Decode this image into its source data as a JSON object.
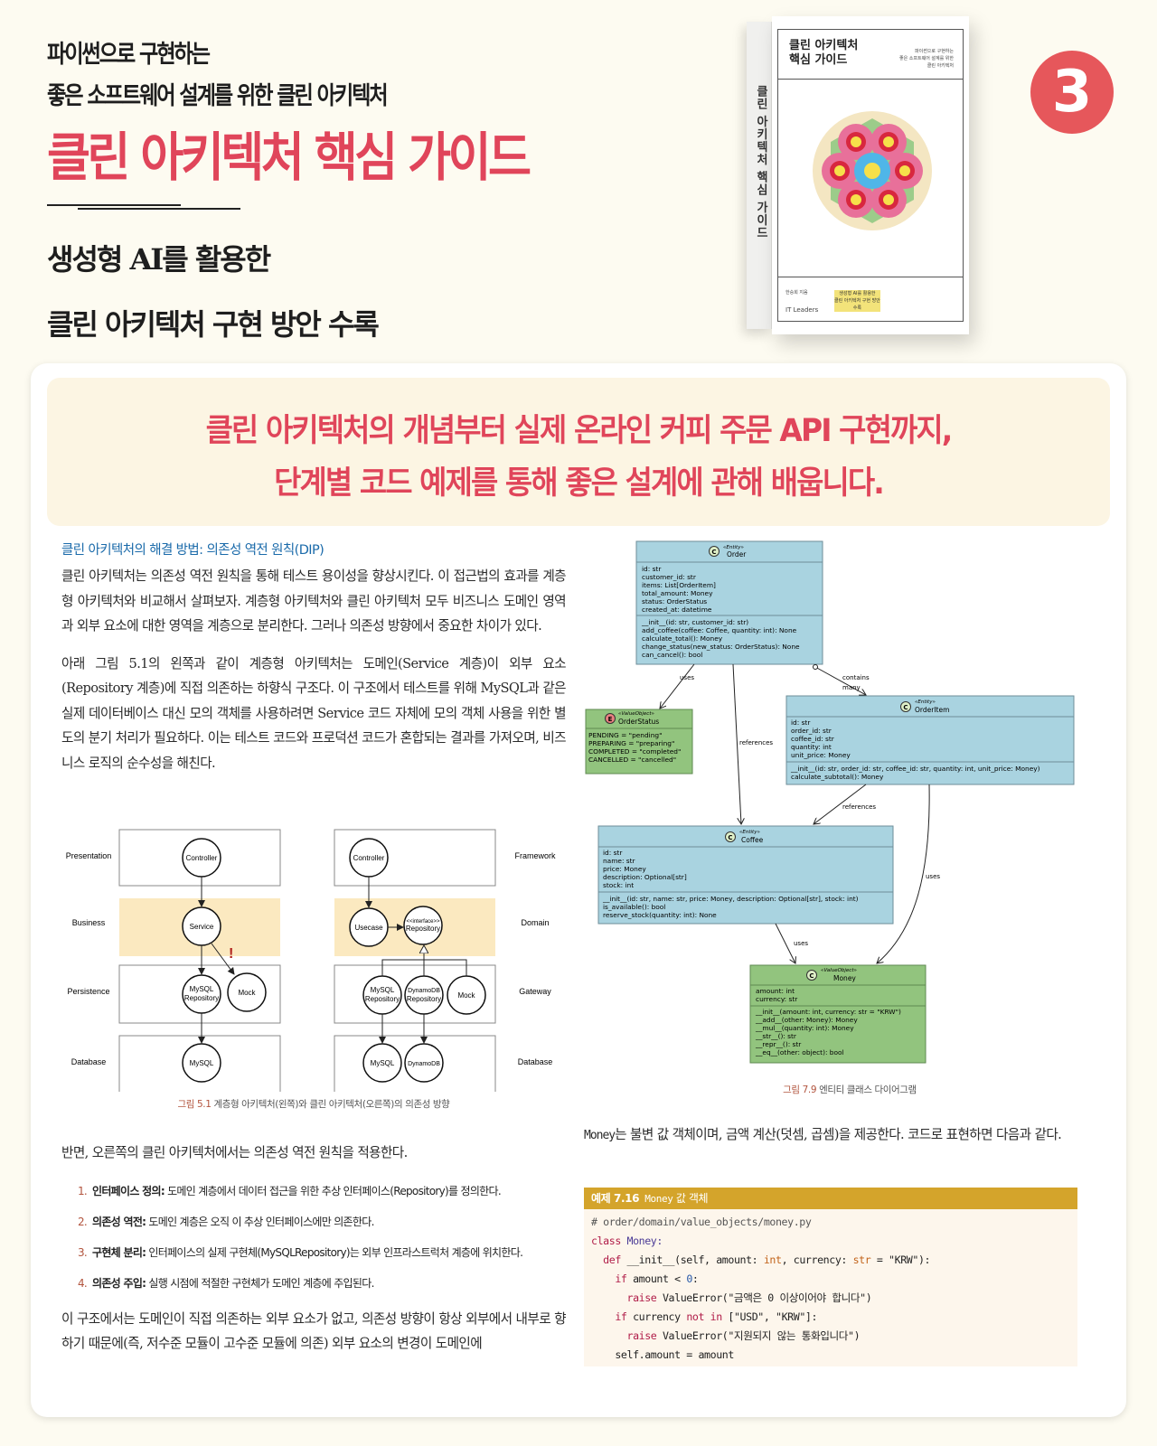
{
  "header": {
    "subtitle_line1": "파이썬으로 구현하는",
    "subtitle_line2": "좋은 소프트웨어 설계를 위한 클린 아키텍처",
    "title": "클린 아키텍처 핵심 가이드",
    "ai_line1": "생성형 AI를 활용한",
    "ai_line2": "클린 아키텍처 구현 방안 수록"
  },
  "book": {
    "spine_title": "클린 아키텍처 핵심 가이드",
    "cover_title": "클린 아키텍처\n핵심 가이드",
    "cover_subtitle": "파이썬으로 구현하는\n좋은 소프트웨어 설계를 위한\n클린 아키텍처",
    "cover_tag": "생성형 AI를 활용한\n클린 아키텍처 구현 방안\n수록",
    "cover_author": "한승희 지음",
    "cover_publisher": "IT Leaders"
  },
  "badge": {
    "number": "3",
    "color": "#e6575b"
  },
  "banner": {
    "line1": "클린 아키텍처의 개념부터 실제 온라인 커피 주문 API 구현까지,",
    "line2": "단계별 코드 예제를 통해 좋은 설계에 관해 배웁니다."
  },
  "left": {
    "heading": "클린 아키텍처의 해결 방법: 의존성 역전 원칙(DIP)",
    "para1": "클린 아키텍처는 의존성 역전 원칙을 통해 테스트 용이성을 향상시킨다. 이 접근법의 효과를 계층형 아키텍처와 비교해서 살펴보자. 계층형 아키텍처와 클린 아키텍처 모두 비즈니스 도메인 영역과 외부 요소에 대한 영역을 계층으로 분리한다. 그러나 의존성 방향에서 중요한 차이가 있다.",
    "para2": "아래 그림 5.1의 왼쪽과 같이 계층형 아키텍처는 도메인(Service 계층)이 외부 요소(Repository 계층)에 직접 의존하는 하향식 구조다. 이 구조에서 테스트를 위해 MySQL과 같은 실제 데이터베이스 대신 모의 객체를 사용하려면 Service 코드 자체에 모의 객체 사용을 위한 별도의 분기 처리가 필요하다. 이는 테스트 코드와 프로덕션 코드가 혼합되는 결과를 가져오며, 비즈니스 로직의 순수성을 해친다.",
    "figure": {
      "left_layers": [
        "Presentation",
        "Business",
        "Persistence",
        "Database"
      ],
      "right_layers": [
        "Framework",
        "Domain",
        "Gateway",
        "Database"
      ],
      "nodes": {
        "controller": "Controller",
        "service": "Service",
        "mysql_repo_1": "MySQL",
        "mysql_repo_2": "Repository",
        "mock": "Mock",
        "mysql": "MySQL",
        "usecase": "Usecase",
        "iface_1": "<<interface>>",
        "iface_2": "Repository",
        "dynamo_repo_1": "DynamoDB",
        "dynamo_repo_2": "Repository",
        "dynamodb": "DynamoDB",
        "warning": "!"
      },
      "caption_num": "그림 5.1",
      "caption_text": " 계층형 아키텍처(왼쪽)와 클린 아키텍처(오른쪽)의 의존성 방향"
    },
    "para3": "반면, 오른쪽의 클린 아키텍처에서는 의존성 역전 원칙을 적용한다.",
    "list": [
      {
        "num": "1.",
        "kw": "인터페이스 정의:",
        "text": " 도메인 계층에서 데이터 접근을 위한 추상 인터페이스(Repository)를 정의한다."
      },
      {
        "num": "2.",
        "kw": "의존성 역전:",
        "text": " 도메인 계층은 오직 이 추상 인터페이스에만 의존한다."
      },
      {
        "num": "3.",
        "kw": "구현체 분리:",
        "text": " 인터페이스의 실제 구현체(MySQLRepository)는 외부 인프라스트럭처 계층에 위치한다."
      },
      {
        "num": "4.",
        "kw": "의존성 주입:",
        "text": " 실행 시점에 적절한 구현체가 도메인 계층에 주입된다."
      }
    ],
    "para4": "이 구조에서는 도메인이 직접 의존하는 외부 요소가 없고, 의존성 방향이 항상 외부에서 내부로 향하기 때문에(즉, 저수준 모듈이 고수준 모듈에 의존) 외부 요소의 변경이 도메인에"
  },
  "right": {
    "uml": {
      "order": {
        "stereotype": "«Entity»",
        "name": "Order",
        "kind": "C",
        "fields": [
          "id: str",
          "customer_id: str",
          "items: List[OrderItem]",
          "total_amount: Money",
          "status: OrderStatus",
          "created_at: datetime"
        ],
        "methods": [
          "__init__(id: str, customer_id: str)",
          "add_coffee(coffee: Coffee, quantity: int): None",
          "calculate_total(): Money",
          "change_status(new_status: OrderStatus): None",
          "can_cancel(): bool"
        ]
      },
      "order_status": {
        "stereotype": "«ValueObject»",
        "name": "OrderStatus",
        "kind": "E",
        "fields": [
          "PENDING = \"pending\"",
          "PREPARING = \"preparing\"",
          "COMPLETED = \"completed\"",
          "CANCELLED = \"cancelled\""
        ]
      },
      "order_item": {
        "stereotype": "«Entity»",
        "name": "OrderItem",
        "kind": "C",
        "fields": [
          "id: str",
          "order_id: str",
          "coffee_id: str",
          "quantity: int",
          "unit_price: Money"
        ],
        "methods": [
          "__init__(id: str, order_id: str, coffee_id: str, quantity: int, unit_price: Money)",
          "calculate_subtotal(): Money"
        ]
      },
      "coffee": {
        "stereotype": "«Entity»",
        "name": "Coffee",
        "kind": "C",
        "fields": [
          "id: str",
          "name: str",
          "price: Money",
          "description: Optional[str]",
          "stock: int"
        ],
        "methods": [
          "__init__(id: str, name: str, price: Money, description: Optional[str], stock: int)",
          "is_available(): bool",
          "reserve_stock(quantity: int): None"
        ]
      },
      "money": {
        "stereotype": "«ValueObject»",
        "name": "Money",
        "kind": "C",
        "fields": [
          "amount: int",
          "currency: str"
        ],
        "methods": [
          "__init__(amount: int, currency: str = \"KRW\")",
          "__add__(other: Money): Money",
          "__mul__(quantity: int): Money",
          "__str__(): str",
          "__repr__(): str",
          "__eq__(other: object): bool"
        ]
      },
      "edges": {
        "uses1": "uses",
        "contains": "contains",
        "many": "many",
        "references1": "references",
        "references2": "references",
        "uses2": "uses",
        "uses3": "uses"
      },
      "caption_num": "그림 7.9",
      "caption_text": " 엔티티 클래스 다이어그램"
    },
    "para_mono": "Money",
    "para_rest": "는 불변 값 객체이며, 금액 계산(덧셈, 곱셈)을 제공한다. 코드로 표현하면 다음과 같다.",
    "code": {
      "title_num": "예제 7.16",
      "title_mono": " Money",
      "title_rest": " 값 객체",
      "comment": "# order/domain/value_objects/money.py",
      "l_class_kw": "class",
      "l_class_name": " Money:",
      "l_def_kw": "def",
      "l_def_a": " __init__(self, amount: ",
      "l_def_int": "int",
      "l_def_b": ", currency: ",
      "l_def_str": "str",
      "l_def_c": " = \"KRW\"):",
      "l_if1_kw": "if",
      "l_if1_a": " amount < ",
      "l_if1_n": "0",
      "l_if1_b": ":",
      "l_raise1_kw": "raise",
      "l_raise1": " ValueError(\"금액은 0 이상이어야 합니다\")",
      "l_if2_kw": "if",
      "l_if2_a": " currency ",
      "l_if2_not": "not in",
      "l_if2_b": " [\"USD\", \"KRW\"]:",
      "l_raise2_kw": "raise",
      "l_raise2": " ValueError(\"지원되지 않는 통화입니다\")",
      "l_assign": "self.amount = amount"
    }
  }
}
